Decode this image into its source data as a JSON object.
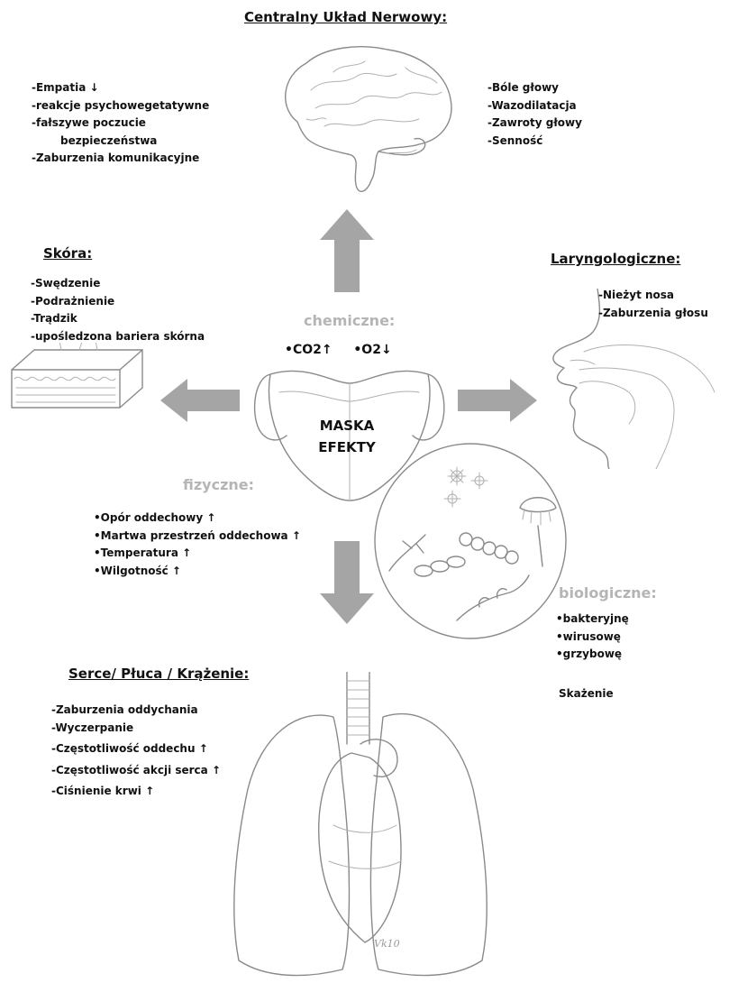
{
  "cns": {
    "title": "Centralny Układ Nerwowy:",
    "left_items": [
      "-Empatia ↓",
      "-reakcje psychowegetatywne",
      "-fałszywe poczucie",
      "bezpieczeństwa",
      "-Zaburzenia komunikacyjne"
    ],
    "right_items": [
      "-Bóle głowy",
      "-Wazodilatacja",
      "-Zawroty głowy",
      "-Senność"
    ]
  },
  "skin": {
    "title": "Skóra:",
    "items": [
      "-Swędzenie",
      "-Podrażnienie",
      "-Trądzik",
      "-upośledzona bariera skórna"
    ]
  },
  "laryngo": {
    "title": "Laryngologiczne:",
    "items": [
      "-Nieżyt nosa",
      "-Zaburzenia głosu"
    ]
  },
  "chemical": {
    "label": "chemiczne:",
    "items": [
      "•CO2↑",
      "•O2↓"
    ]
  },
  "mask": {
    "line1": "MASKA",
    "line2": "EFEKTY"
  },
  "physical": {
    "label": "fizyczne:",
    "items": [
      "•Opór oddechowy ↑",
      "•Martwa przestrzeń oddechowa ↑",
      "•Temperatura ↑",
      "•Wilgotność ↑"
    ]
  },
  "biological": {
    "label": "biologiczne:",
    "items": [
      "•bakteryjnę",
      "•wirusowę",
      "•grzybowę"
    ],
    "contamination": "Skażenie"
  },
  "heart_lungs": {
    "title": "Serce/ Płuca / Krążenie:",
    "items": [
      "-Zaburzenia oddychania",
      "-Wyczerpanie",
      "-Częstotliwość oddechu ↑",
      "-Częstotliwość akcji serca ↑",
      "-Ciśnienie krwi ↑"
    ]
  },
  "signature": "Vk10",
  "colors": {
    "arrow": "#a5a5a5",
    "gray_label": "#b5b5b5",
    "sketch": "#8a8a8a"
  }
}
